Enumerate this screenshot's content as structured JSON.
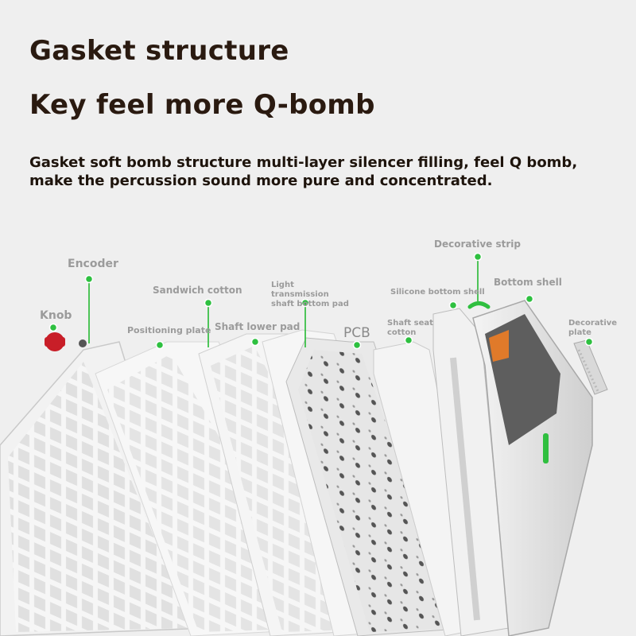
{
  "heading": {
    "line1": "Gasket structure",
    "line2": "Key feel more Q-bomb"
  },
  "description": "Gasket soft bomb structure multi-layer silencer filling, feel Q bomb, make the percussion sound more pure and concentrated.",
  "labels": {
    "knob": "Knob",
    "encoder": "Encoder",
    "positioning_plate": "Positioning plate",
    "sandwich_cotton": "Sandwich cotton",
    "shaft_lower_pad": "Shaft lower pad",
    "light_transmission_pad": "Light\ntransmission\nshaft bottom pad",
    "pcb": "PCB",
    "shaft_seat_cotton": "Shaft seat\ncotton",
    "silicone_bottom_shell": "Silicone bottom shell",
    "decorative_strip": "Decorative strip",
    "bottom_shell": "Bottom shell",
    "decorative_plate": "Decorative plate"
  },
  "colors": {
    "background": "#efefef",
    "heading_text": "#2a1a10",
    "label_text": "#9b9b9b",
    "marker_dot": "#2ec040",
    "leader_line": "#3cc048",
    "knob": "#c81e28",
    "accent_green": "#2fbf3f",
    "accent_orange": "#e07a2a"
  },
  "icons": {
    "marker": "green-dot-icon"
  }
}
